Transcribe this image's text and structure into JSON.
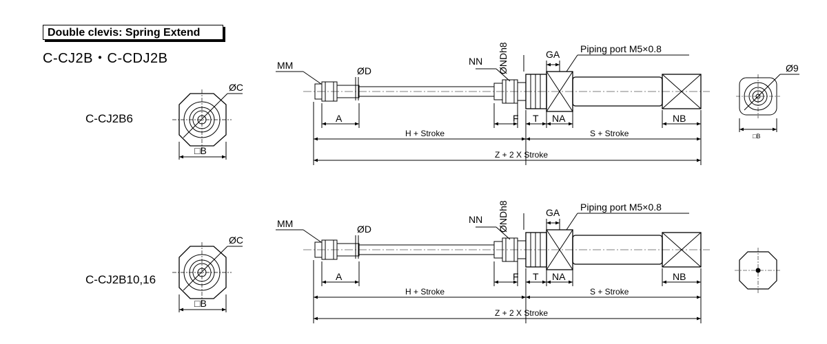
{
  "header": {
    "title": "Double clevis: Spring Extend",
    "models": "C-CJ2B・C-CDJ2B"
  },
  "views": [
    {
      "model": "C-CJ2B6",
      "labels": {
        "mm": "MM",
        "od": "ØD",
        "nn": "NN",
        "ondh8": "ØNDh8",
        "ga": "GA",
        "piping": "Piping port M5×0.8",
        "oc": "ØC",
        "sqb": "□B",
        "a": "A",
        "f": "F",
        "t": "T",
        "na": "NA",
        "nb": "NB",
        "h_stroke": "H + Stroke",
        "s_stroke": "S + Stroke",
        "z_stroke": "Z + 2 X Stroke",
        "o9": "Ø9",
        "sqb_small": "□B"
      }
    },
    {
      "model": "C-CJ2B10,16",
      "labels": {
        "mm": "MM",
        "od": "ØD",
        "nn": "NN",
        "ondh8": "ØNDh8",
        "ga": "GA",
        "piping": "Piping port M5×0.8",
        "oc": "ØC",
        "sqb": "□B",
        "a": "A",
        "f": "F",
        "t": "T",
        "na": "NA",
        "nb": "NB",
        "h_stroke": "H + Stroke",
        "s_stroke": "S + Stroke",
        "z_stroke": "Z + 2 X Stroke"
      }
    }
  ]
}
